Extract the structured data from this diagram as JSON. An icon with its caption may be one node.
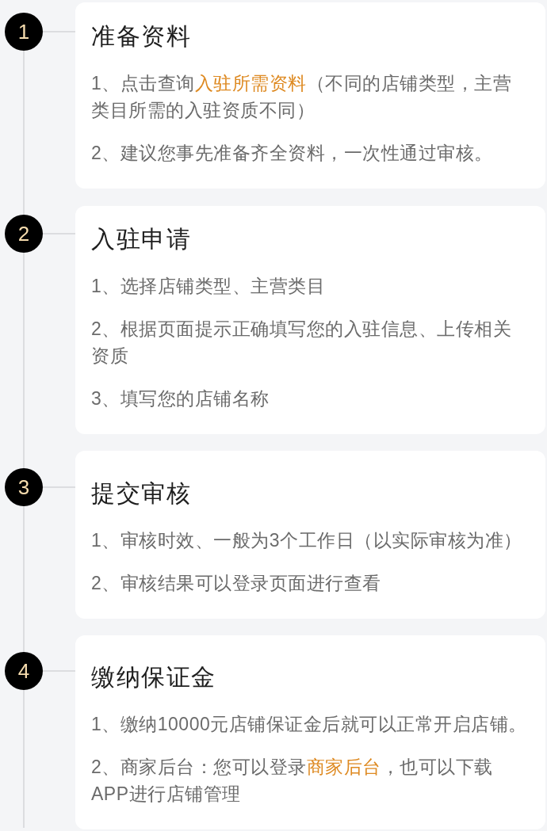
{
  "diagram": {
    "nodes": [
      {
        "text": [
          "1"
        ]
      },
      {
        "text": [
          "准备资料",
          "1、点击查询**入驻所需资料**（不同的店铺类型，主营类目所需的入驻资质不同）",
          "2、建议您事先准备齐全资料，一次性通过审核。"
        ]
      },
      {
        "text": [
          "2"
        ]
      },
      {
        "text": [
          "入驻申请",
          "1、选择店铺类型、主营类目",
          "2、根据页面提示正确填写您的入驻信息、上传相关资质",
          "3、填写您的店铺名称"
        ]
      },
      {
        "text": [
          "3"
        ]
      },
      {
        "text": [
          "提交审核",
          "1、审核时效、一般为3个工作日（以实际审核为准）",
          "2、审核结果可以登录页面进行查看"
        ]
      },
      {
        "text": [
          "4"
        ]
      },
      {
        "text": [
          "缴纳保证金",
          "1、缴纳10000元店铺保证金后就可以正常开启店铺。",
          "2、商家后台：您可以登录**商家后台**，也可以下载APP进行店铺管理"
        ]
      }
    ],
    "edges": [
      {
        "from": 0,
        "to": 1,
        "arrow": "none"
      },
      {
        "from": 0,
        "to": 2,
        "arrow": "none"
      },
      {
        "from": 2,
        "to": 3,
        "arrow": "none"
      },
      {
        "from": 2,
        "to": 4,
        "arrow": "none"
      },
      {
        "from": 4,
        "to": 5,
        "arrow": "none"
      },
      {
        "from": 4,
        "to": 6,
        "arrow": "none"
      },
      {
        "from": 6,
        "to": 7,
        "arrow": "none"
      },
      {
        "from": 6,
        "to": null,
        "arrow": "none"
      }
    ]
  }
}
